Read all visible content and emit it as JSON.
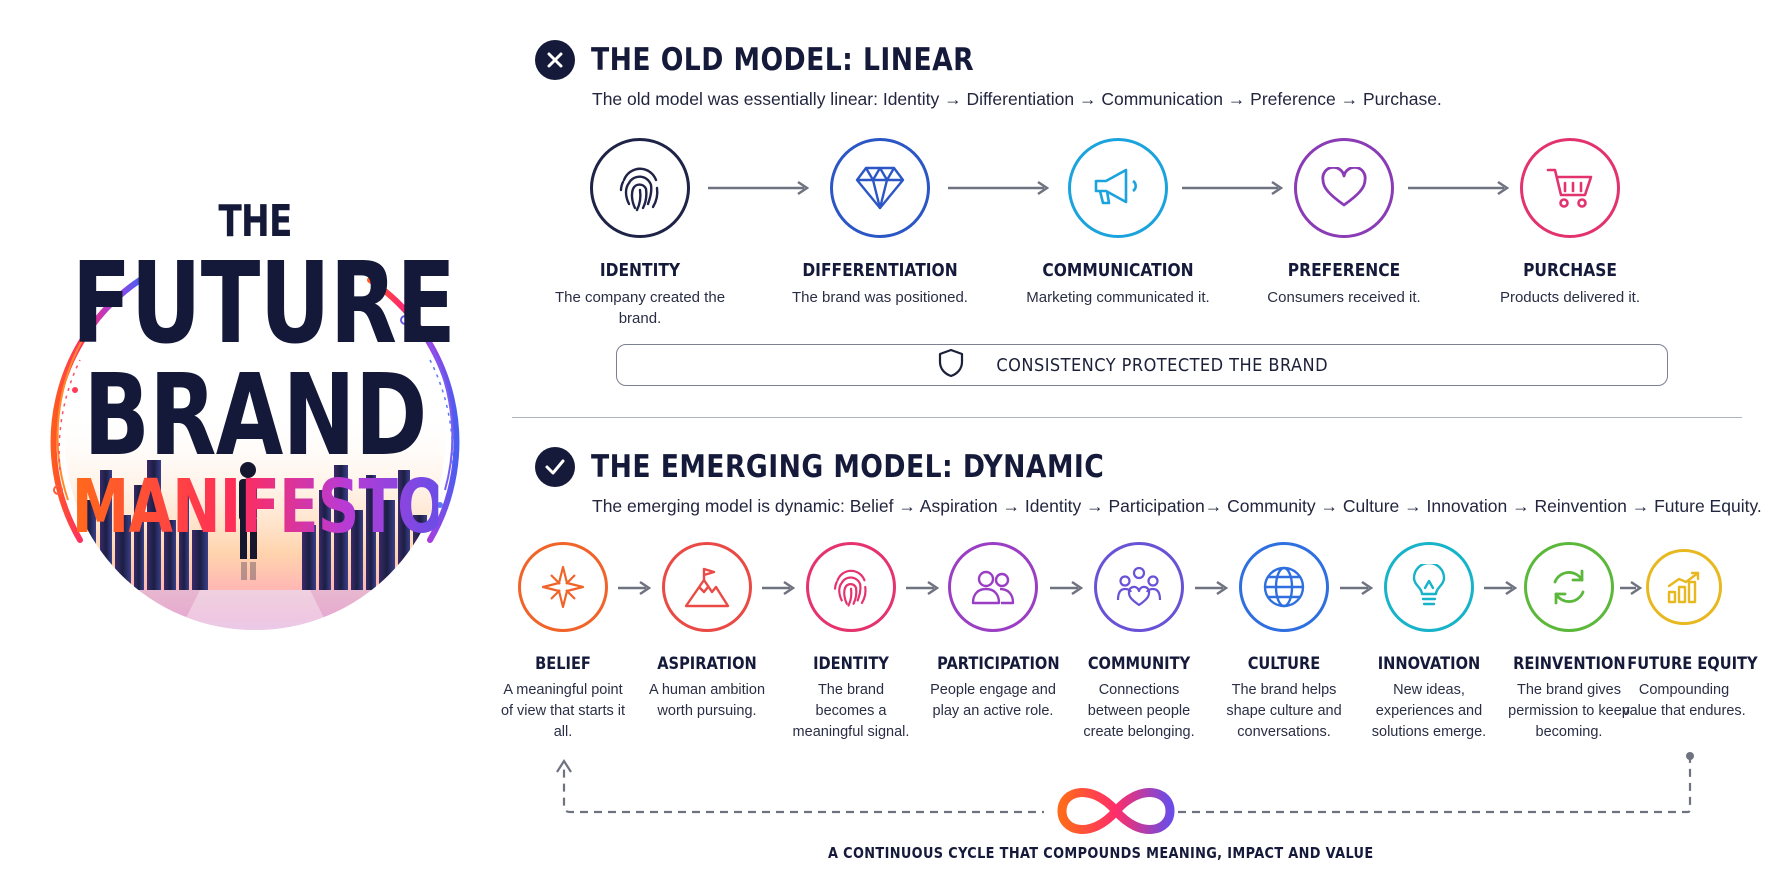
{
  "logo": {
    "the": "THE",
    "future": "FUTURE",
    "brand": "BRAND",
    "manifesto": "MANIFESTO"
  },
  "old_model": {
    "icon": "close-icon",
    "title": "THE OLD MODEL: LINEAR",
    "subtitle": "The old model was essentially linear: Identity → Differentiation → Communication → Preference → Purchase.",
    "steps": [
      {
        "label": "IDENTITY",
        "desc": "The company created the brand.",
        "icon": "fingerprint-icon",
        "color": "#1f2347"
      },
      {
        "label": "DIFFERENTIATION",
        "desc": "The brand was positioned.",
        "icon": "diamond-icon",
        "color": "#2b57c6"
      },
      {
        "label": "COMMUNICATION",
        "desc": "Marketing communicated it.",
        "icon": "megaphone-icon",
        "color": "#1aa3dc"
      },
      {
        "label": "PREFERENCE",
        "desc": "Consumers received it.",
        "icon": "heart-icon",
        "color": "#8a3bb5"
      },
      {
        "label": "PURCHASE",
        "desc": "Products delivered it.",
        "icon": "cart-icon",
        "color": "#e2336e"
      }
    ],
    "consistency": {
      "text": "CONSISTENCY PROTECTED THE BRAND",
      "icon": "shield-icon"
    }
  },
  "new_model": {
    "icon": "check-icon",
    "title": "THE EMERGING MODEL: DYNAMIC",
    "subtitle": "The emerging model is dynamic: Belief → Aspiration → Identity → Participation→ Community → Culture → Innovation → Reinvention → Future Equity.",
    "steps": [
      {
        "label": "BELIEF",
        "desc": "A meaningful point of view that starts it all.",
        "icon": "compass-star-icon",
        "color": "#f0642a"
      },
      {
        "label": "ASPIRATION",
        "desc": "A human ambition worth pursuing.",
        "icon": "mountain-flag-icon",
        "color": "#ea4a45"
      },
      {
        "label": "IDENTITY",
        "desc": "The brand becomes a meaningful signal.",
        "icon": "fingerprint-icon",
        "color": "#e5336e"
      },
      {
        "label": "PARTICIPATION",
        "desc": "People engage and play an active role.",
        "icon": "people-icon",
        "color": "#9a3fc4"
      },
      {
        "label": "COMMUNITY",
        "desc": "Connections between people create belonging.",
        "icon": "community-heart-icon",
        "color": "#6a52d6"
      },
      {
        "label": "CULTURE",
        "desc": "The brand helps shape culture and conversations.",
        "icon": "globe-icon",
        "color": "#2f6fe0"
      },
      {
        "label": "INNOVATION",
        "desc": "New ideas, experiences and solutions emerge.",
        "icon": "lightbulb-icon",
        "color": "#17b3c9"
      },
      {
        "label": "REINVENTION",
        "desc": "The brand gives permission to keep becoming.",
        "icon": "refresh-icon",
        "color": "#5cb83a"
      },
      {
        "label": "FUTURE EQUITY",
        "desc": "Compounding value that endures.",
        "icon": "growth-chart-icon",
        "color": "#e8b821"
      }
    ],
    "cycle": {
      "text": "A CONTINUOUS CYCLE THAT COMPOUNDS MEANING, IMPACT AND VALUE",
      "icon": "infinity-icon"
    }
  }
}
